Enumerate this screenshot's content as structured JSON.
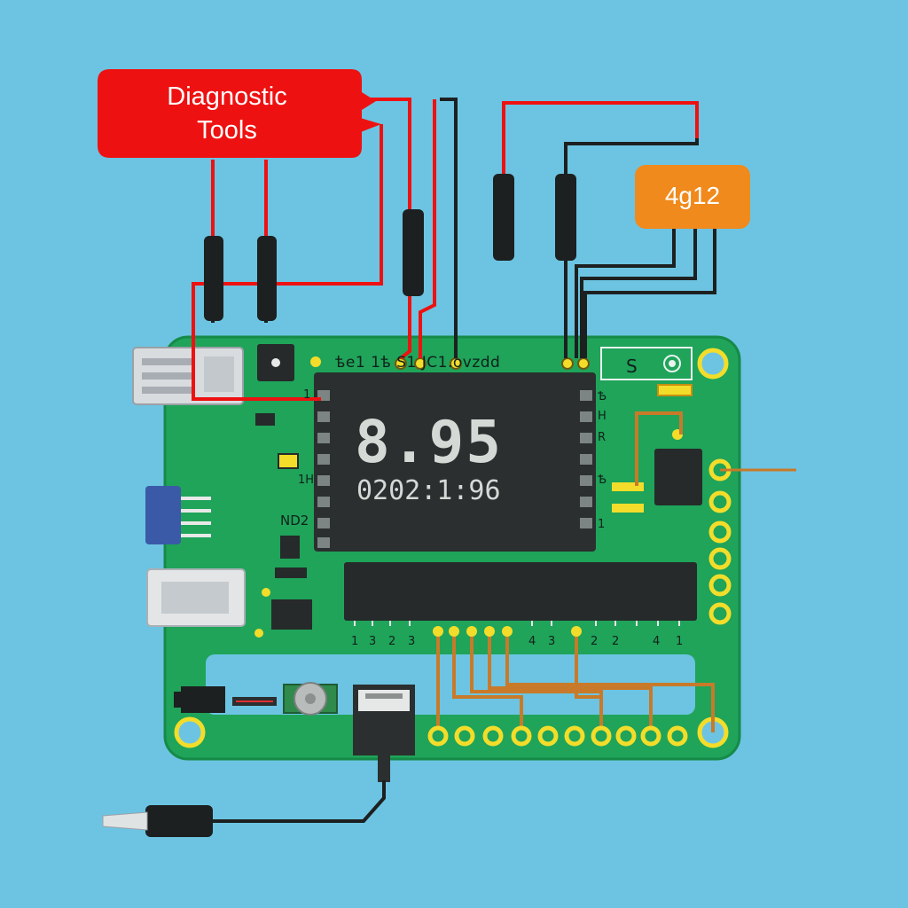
{
  "callouts": {
    "diagnostic_tools": "Diagnostic\nTools",
    "module": "4g12"
  },
  "display": {
    "reading": "8.95",
    "time": "0202:1:96"
  },
  "silkscreen": {
    "header": "ѣe1 1ѣ    S1 JC1.ovzdd",
    "s": "S",
    "nd": "ND2",
    "left_pins": [
      "1",
      "",
      "",
      "",
      "1H",
      "",
      "",
      ""
    ],
    "right_pins": [
      "Ѣ",
      "H",
      "R",
      "",
      "Ѣ",
      "",
      "1",
      ""
    ],
    "bottom_pins": [
      "1",
      "3",
      "2",
      "3",
      "",
      "4",
      "3",
      "",
      "",
      "2",
      "2",
      "4",
      "1"
    ]
  },
  "colors": {
    "background": "#6cc4e2",
    "board": "#1fa45a",
    "callout_red": "#ee1111",
    "module_orange": "#f08a1c",
    "screen": "#2b2f2f",
    "trace_copper": "#c87a2a",
    "pad_gold": "#f3dd2a"
  }
}
